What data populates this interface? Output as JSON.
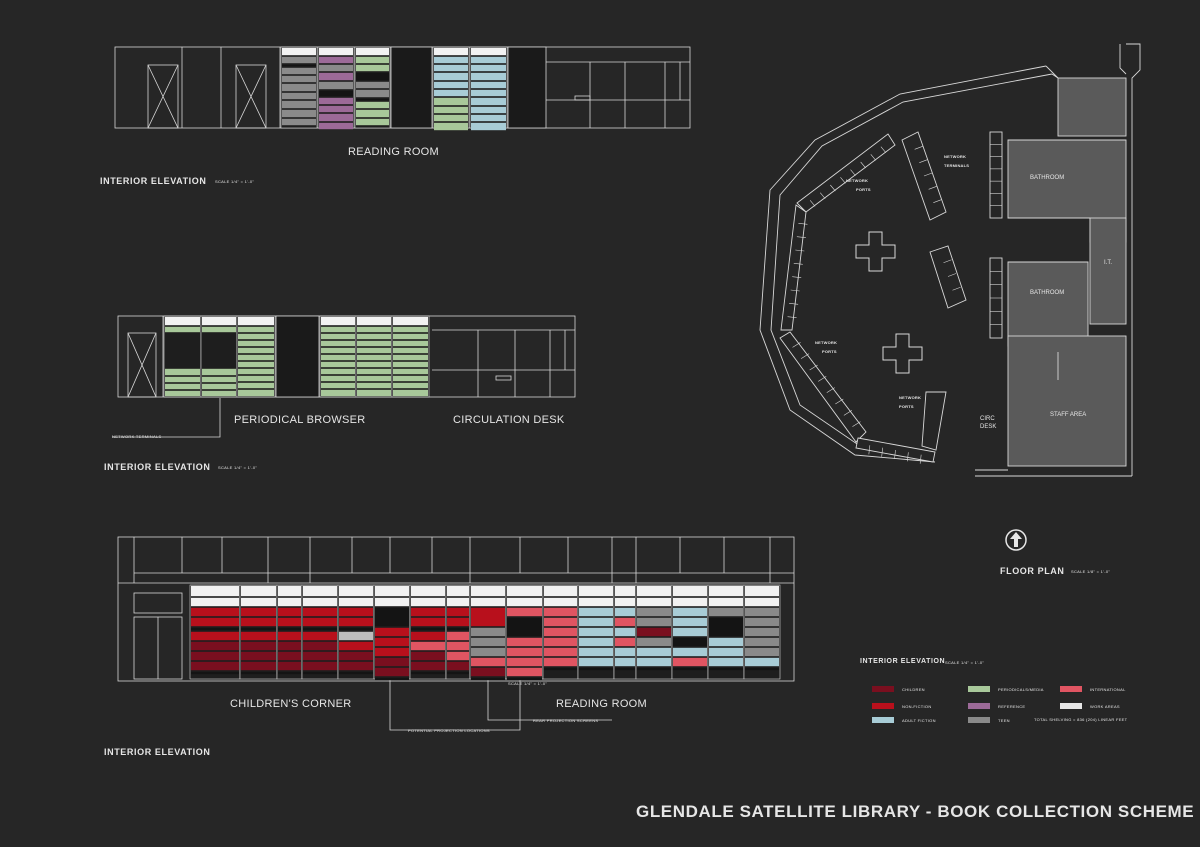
{
  "title": "GLENDALE SATELLITE LIBRARY - BOOK COLLECTION SCHEME",
  "elevations": {
    "reading_room": {
      "label": "READING ROOM",
      "heading": "INTERIOR ELEVATION",
      "scale": "SCALE  1/4\" = 1'-0\""
    },
    "periodical": {
      "label_left": "PERIODICAL BROWSER",
      "label_right": "CIRCULATION DESK",
      "callout": "NETWORK TERMINALS",
      "heading": "INTERIOR ELEVATION",
      "scale": "SCALE  1/4\" = 1'-0\""
    },
    "children": {
      "label_left": "CHILDREN'S CORNER",
      "label_right": "READING ROOM",
      "callout_projection": "POTENTIAL PROJECTION LOCATIONS",
      "callout_screens": "REAR PROJECTION SCREENS",
      "scale": "SCALE  1/4\" = 1'-0\"",
      "heading": "INTERIOR ELEVATION"
    }
  },
  "floor_plan": {
    "heading": "FLOOR PLAN",
    "scale": "SCALE  1/8\" = 1'-0\"",
    "rooms": {
      "bathroom_1": "BATHROOM",
      "bathroom_2": "BATHROOM",
      "it": "I.T.",
      "staff": "STAFF AREA",
      "circ_1": "CIRC",
      "circ_2": "DESK"
    },
    "notes": {
      "network_terminals_1": "NETWORK",
      "network_terminals_2": "TERMINALS",
      "ports_a_1": "NETWORK",
      "ports_a_2": "PORTS",
      "ports_b_1": "NETWORK",
      "ports_b_2": "PORTS",
      "ports_c_1": "NETWORK",
      "ports_c_2": "PORTS"
    }
  },
  "legend": {
    "heading": "INTERIOR ELEVATION",
    "scale": "SCALE  1/4\" = 1'-0\"",
    "items": [
      {
        "label": "CHILDREN",
        "color": "#7a0f1f"
      },
      {
        "label": "PERIODICALS/MEDIA",
        "color": "#a8c89a"
      },
      {
        "label": "INTERNATIONAL",
        "color": "#e05562"
      },
      {
        "label": "NON-FICTION",
        "color": "#b8101c"
      },
      {
        "label": "REFERENCE",
        "color": "#9c6a98"
      },
      {
        "label": "WORK AREAS",
        "color": "#e6e6e6"
      },
      {
        "label": "ADULT FICTION",
        "color": "#a8ccd6"
      },
      {
        "label": "TEEN",
        "color": "#8a8a8a"
      }
    ],
    "note": "TOTAL SHELVING = 836 (204)  LINEAR FEET"
  },
  "colors": {
    "background": "#262626",
    "line": "#d8d8d8",
    "room_fill": "#5a5a5a"
  }
}
